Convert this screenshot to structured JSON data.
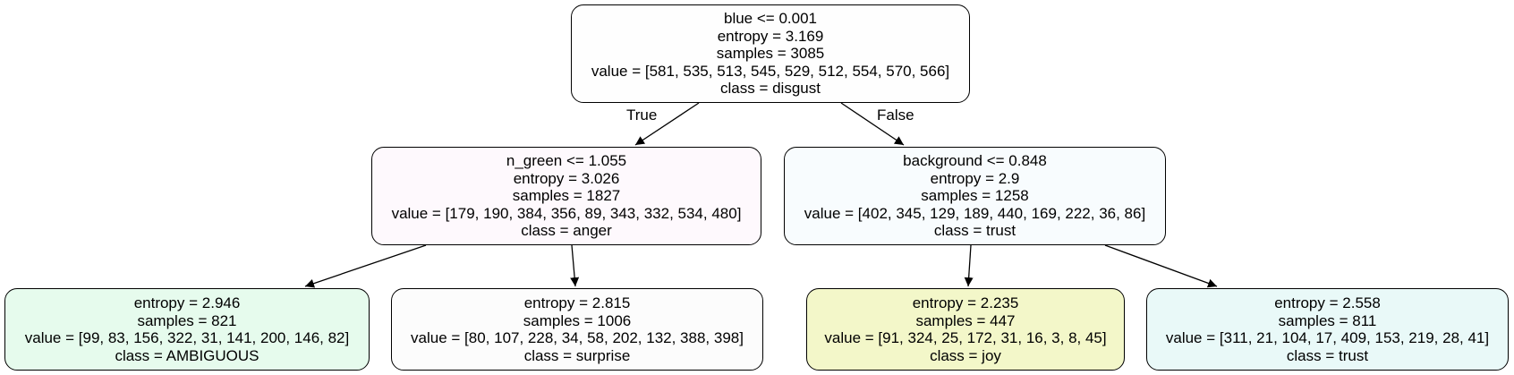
{
  "nodes": {
    "root": {
      "split": "blue <= 0.001",
      "entropy": "entropy = 3.169",
      "samples": "samples = 3085",
      "value": "value = [581, 535, 513, 545, 529, 512, 554, 570, 566]",
      "class": "class = disgust",
      "fill": "#fefefe"
    },
    "left": {
      "split": "n_green <= 1.055",
      "entropy": "entropy = 3.026",
      "samples": "samples = 1827",
      "value": "value = [179, 190, 384, 356, 89, 343, 332, 534, 480]",
      "class": "class = anger",
      "fill": "#fef9fd"
    },
    "right": {
      "split": "background <= 0.848",
      "entropy": "entropy = 2.9",
      "samples": "samples = 1258",
      "value": "value = [402, 345, 129, 189, 440, 169, 222, 36, 86]",
      "class": "class = trust",
      "fill": "#f8fcfe"
    },
    "left_left": {
      "entropy": "entropy = 2.946",
      "samples": "samples = 821",
      "value": "value = [99, 83, 156, 322, 31, 141, 200, 146, 82]",
      "class": "class = AMBIGUOUS",
      "fill": "#e6fbed"
    },
    "left_right": {
      "entropy": "entropy = 2.815",
      "samples": "samples = 1006",
      "value": "value = [80, 107, 228, 34, 58, 202, 132, 388, 398]",
      "class": "class = surprise",
      "fill": "#fcfcfc"
    },
    "right_left": {
      "entropy": "entropy = 2.235",
      "samples": "samples = 447",
      "value": "value = [91, 324, 25, 172, 31, 16, 3, 8, 45]",
      "class": "class = joy",
      "fill": "#f3f7c9"
    },
    "right_right": {
      "entropy": "entropy = 2.558",
      "samples": "samples = 811",
      "value": "value = [311, 21, 104, 17, 409, 153, 219, 28, 41]",
      "class": "class = trust",
      "fill": "#e9f9f8"
    }
  },
  "edge_labels": {
    "true": "True",
    "false": "False"
  }
}
